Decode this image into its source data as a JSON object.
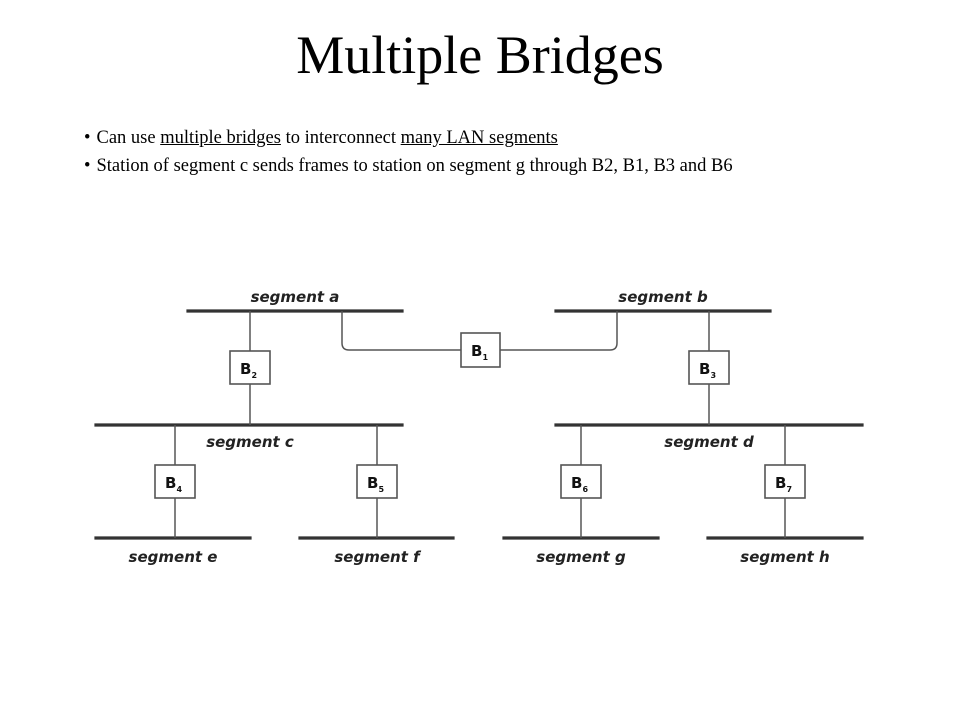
{
  "slide": {
    "title": "Multiple Bridges",
    "bullets": [
      {
        "pre": "Can use ",
        "u1": "multiple bridges",
        "mid": " to interconnect ",
        "u2": "many LAN segments"
      },
      {
        "text": "Station of segment c sends frames to station on segment g through B2, B1, B3 and B6"
      }
    ]
  },
  "diagram": {
    "segments": {
      "a": "segment a",
      "b": "segment b",
      "c": "segment c",
      "d": "segment d",
      "e": "segment e",
      "f": "segment f",
      "g": "segment g",
      "h": "segment h"
    },
    "bridges": {
      "B1": {
        "main": "B",
        "sub": "1"
      },
      "B2": {
        "main": "B",
        "sub": "2"
      },
      "B3": {
        "main": "B",
        "sub": "3"
      },
      "B4": {
        "main": "B",
        "sub": "4"
      },
      "B5": {
        "main": "B",
        "sub": "5"
      },
      "B6": {
        "main": "B",
        "sub": "6"
      },
      "B7": {
        "main": "B",
        "sub": "7"
      }
    }
  }
}
